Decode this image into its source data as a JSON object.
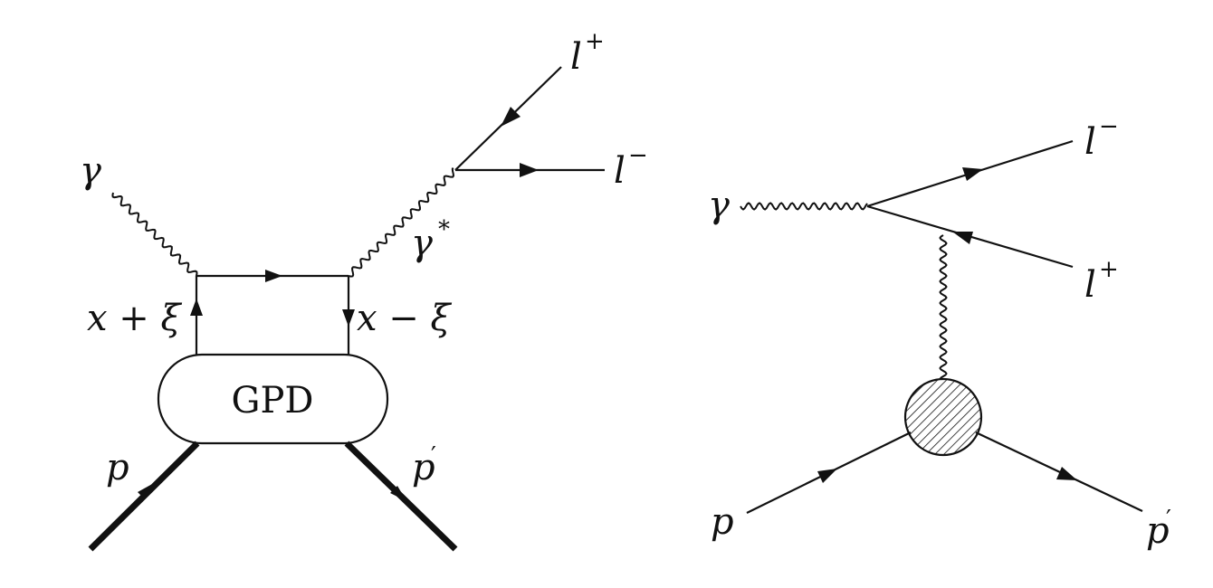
{
  "left_diagram": {
    "labels": {
      "photon": "γ",
      "virtual_photon": "γ",
      "virtual_photon_sup": "*",
      "lepton_plus": "l",
      "lepton_plus_sup": "+",
      "lepton_minus": "l",
      "lepton_minus_sup": "−",
      "parton_left": "x + ξ",
      "parton_right": "x − ξ",
      "blob": "GPD",
      "proton_in": "p",
      "proton_out": "p",
      "proton_out_prime": "′"
    }
  },
  "right_diagram": {
    "labels": {
      "photon": "γ",
      "lepton_minus": "l",
      "lepton_minus_sup": "−",
      "lepton_plus": "l",
      "lepton_plus_sup": "+",
      "proton_in": "p",
      "proton_out": "p",
      "proton_out_prime": "′"
    }
  }
}
